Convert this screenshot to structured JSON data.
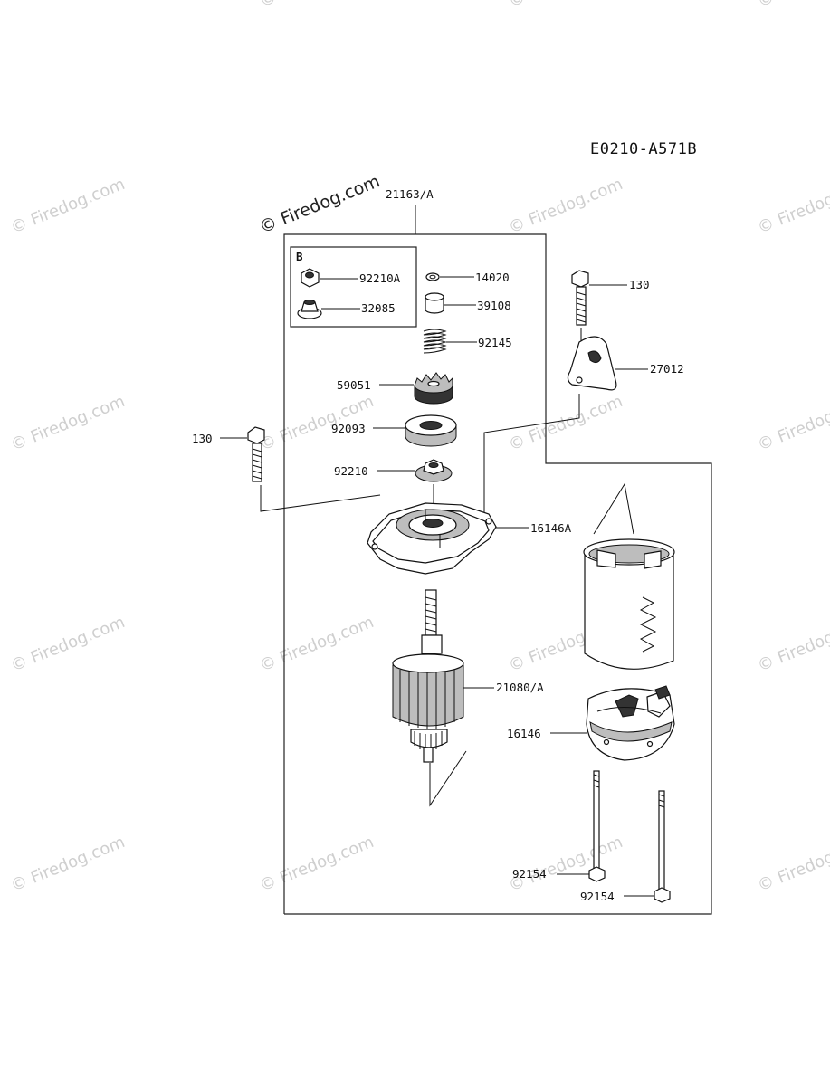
{
  "diagram_code": "E0210-A571B",
  "watermark_text": "© Firedog.com",
  "assembly_label": "21163/A",
  "kit_label": "B",
  "parts": {
    "nut_kit": "92210A",
    "cap_kit": "32085",
    "ring": "14020",
    "collar": "39108",
    "spring": "92145",
    "pinion": "59051",
    "washer": "92093",
    "nut": "92210",
    "bolt_left": "130",
    "bolt_right": "130",
    "bracket": "27012",
    "end_cover_front": "16146A",
    "armature": "21080/A",
    "end_cover_rear": "16146",
    "through_bolt_1": "92154",
    "through_bolt_2": "92154"
  },
  "colors": {
    "ink": "#111111",
    "watermark": "#cfcfcf"
  }
}
